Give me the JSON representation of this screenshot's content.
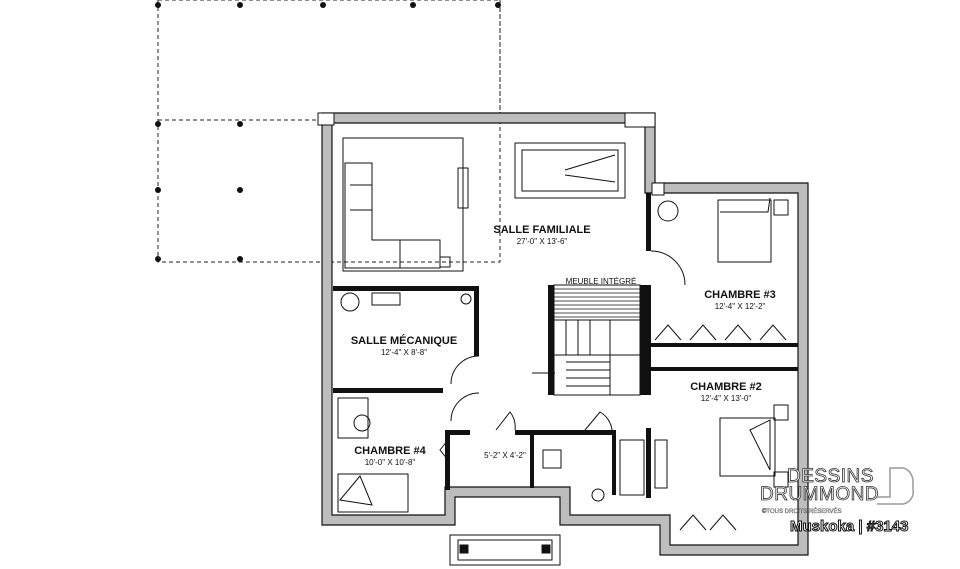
{
  "plan": {
    "rooms": [
      {
        "name": "SALLE FAMILIALE",
        "dims": "27'-0\" X 13'-6\""
      },
      {
        "name": "SALLE MÉCANIQUE",
        "dims": "12'-4\" X 8'-8\""
      },
      {
        "name": "CHAMBRE #3",
        "dims": "12'-4\" X 12'-2\""
      },
      {
        "name": "CHAMBRE #2",
        "dims": "12'-4\" X 13'-0\""
      },
      {
        "name": "CHAMBRE #4",
        "dims": "10'-0\" X 10'-8\""
      }
    ],
    "closet_dims": "5'-2\" X 4'-2\"",
    "built_in_label": "MEUBLE INTÉGRÉ"
  },
  "watermark": {
    "line1": "DESSINS",
    "line2": "DRUMMOND",
    "rights": "©TOUS DROITS RÉSERVÉS",
    "model": "Muskoka | #3143"
  },
  "colors": {
    "wall": "#111111",
    "exterior_wall_fill": "#bdbdbd"
  }
}
